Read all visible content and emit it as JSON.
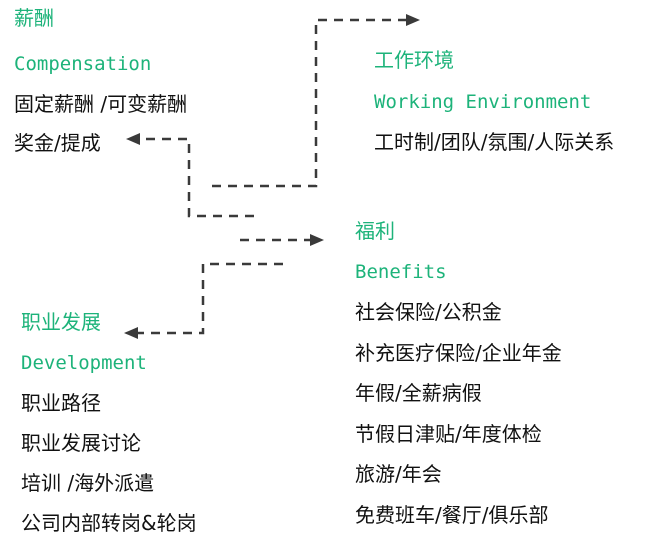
{
  "compensation": {
    "title": "薪酬",
    "subtitle": "Compensation",
    "items": [
      "固定薪酬 /可变薪酬",
      "奖金/提成"
    ]
  },
  "environment": {
    "title": "工作环境",
    "subtitle": "Working Environment",
    "items": [
      "工时制/团队/氛围/人际关系"
    ]
  },
  "benefits": {
    "title": "福利",
    "subtitle": "Benefits",
    "items": [
      "社会保险/公积金",
      "补充医疗保险/企业年金",
      "年假/全薪病假",
      "节假日津贴/年度体检",
      "旅游/年会",
      "免费班车/餐厅/俱乐部"
    ]
  },
  "development": {
    "title": "职业发展",
    "subtitle": "Development",
    "items": [
      "职业路径",
      "职业发展讨论",
      "培训 /海外派遣",
      "公司内部转岗&轮岗"
    ]
  },
  "colors": {
    "title": "#1db37a",
    "text": "#111111",
    "connector": "#3a3a3a"
  }
}
